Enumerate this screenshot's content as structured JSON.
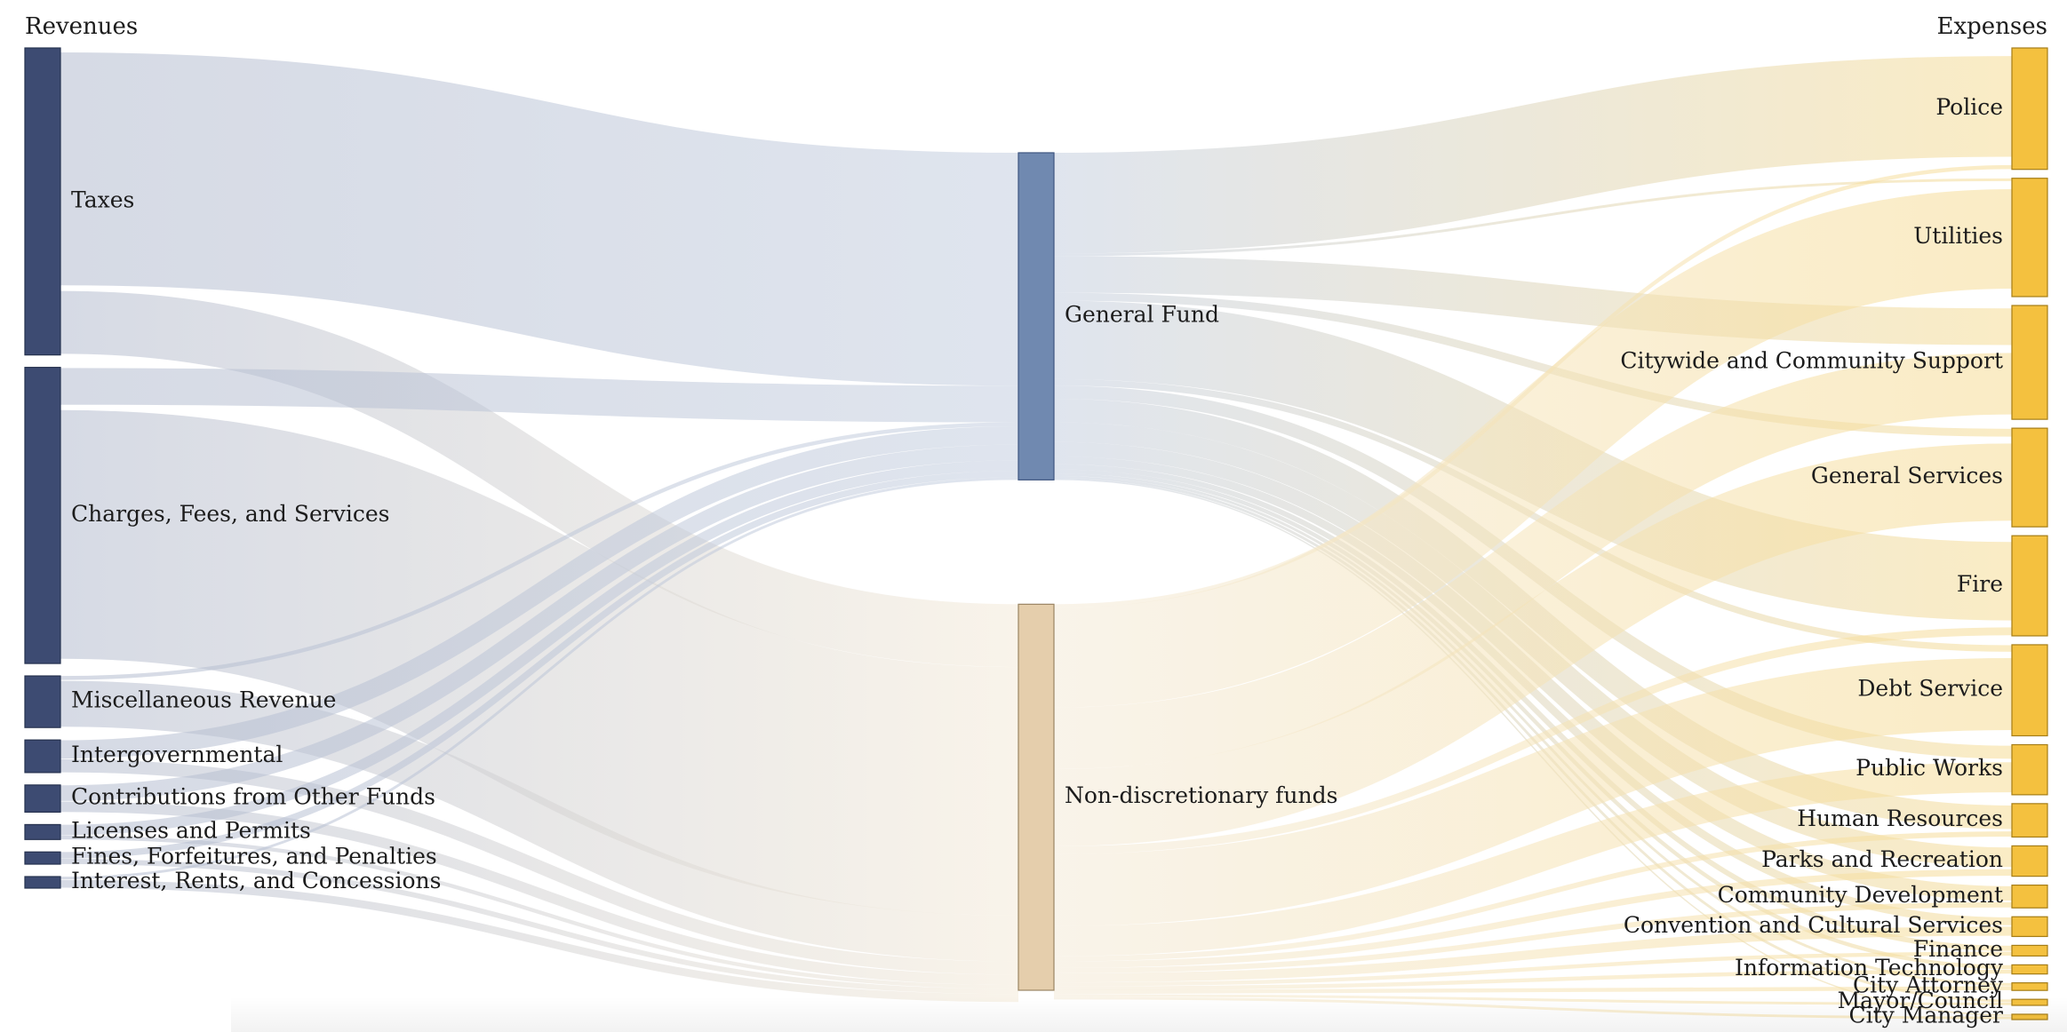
{
  "chart_data": {
    "type": "sankey",
    "column_titles": {
      "left": "Revenues",
      "right": "Expenses"
    },
    "colors": {
      "revenue_node": "#3d4b72",
      "general_fund_node": "#7089b0",
      "nondiscretionary_node": "#e5ceac",
      "expense_node": "#f4c13f",
      "revenue_link": "#b4bccf",
      "general_fund_link": "#c5cfe0",
      "nondiscretionary_link": "#f4ead8",
      "expense_link": "#f6dc95"
    },
    "nodes": [
      {
        "id": "taxes",
        "name": "Taxes",
        "column": 0,
        "value": 226
      },
      {
        "id": "charges",
        "name": "Charges, Fees, and Services",
        "column": 0,
        "value": 218
      },
      {
        "id": "misc",
        "name": "Miscellaneous Revenue",
        "column": 0,
        "value": 38
      },
      {
        "id": "intergov",
        "name": "Intergovernmental",
        "column": 0,
        "value": 24
      },
      {
        "id": "contrib",
        "name": "Contributions from Other Funds",
        "column": 0,
        "value": 20
      },
      {
        "id": "licenses",
        "name": "Licenses and Permits",
        "column": 0,
        "value": 11
      },
      {
        "id": "fines",
        "name": "Fines, Forfeitures, and Penalties",
        "column": 0,
        "value": 9
      },
      {
        "id": "interest",
        "name": "Interest, Rents, and Concessions",
        "column": 0,
        "value": 8
      },
      {
        "id": "general",
        "name": "General Fund",
        "column": 1,
        "value": 250
      },
      {
        "id": "nondisc",
        "name": "Non-discretionary funds",
        "column": 1,
        "value": 295
      },
      {
        "id": "police",
        "name": "Police",
        "column": 2,
        "value": 80
      },
      {
        "id": "utilities",
        "name": "Utilities",
        "column": 2,
        "value": 78
      },
      {
        "id": "citywide",
        "name": "Citywide and Community Support",
        "column": 2,
        "value": 75
      },
      {
        "id": "gensvc",
        "name": "General Services",
        "column": 2,
        "value": 65
      },
      {
        "id": "fire",
        "name": "Fire",
        "column": 2,
        "value": 66
      },
      {
        "id": "debt",
        "name": "Debt Service",
        "column": 2,
        "value": 60
      },
      {
        "id": "pubworks",
        "name": "Public Works",
        "column": 2,
        "value": 33
      },
      {
        "id": "hr",
        "name": "Human Resources",
        "column": 2,
        "value": 22
      },
      {
        "id": "parks",
        "name": "Parks and Recreation",
        "column": 2,
        "value": 20
      },
      {
        "id": "commdev",
        "name": "Community Development",
        "column": 2,
        "value": 15
      },
      {
        "id": "convention",
        "name": "Convention and Cultural Services",
        "column": 2,
        "value": 13
      },
      {
        "id": "finance",
        "name": "Finance",
        "column": 2,
        "value": 7
      },
      {
        "id": "infotech",
        "name": "Information Technology",
        "column": 2,
        "value": 6
      },
      {
        "id": "cityatty",
        "name": "City Attorney",
        "column": 2,
        "value": 5
      },
      {
        "id": "mayor",
        "name": "Mayor/Council",
        "column": 2,
        "value": 4
      },
      {
        "id": "citymgr",
        "name": "City Manager",
        "column": 2,
        "value": 3
      }
    ],
    "links": [
      {
        "source": "taxes",
        "target": "general",
        "value": 178
      },
      {
        "source": "taxes",
        "target": "nondisc",
        "value": 48
      },
      {
        "source": "charges",
        "target": "general",
        "value": 28
      },
      {
        "source": "charges",
        "target": "nondisc",
        "value": 190
      },
      {
        "source": "misc",
        "target": "general",
        "value": 3
      },
      {
        "source": "misc",
        "target": "nondisc",
        "value": 35
      },
      {
        "source": "intergov",
        "target": "general",
        "value": 14
      },
      {
        "source": "intergov",
        "target": "nondisc",
        "value": 10
      },
      {
        "source": "contrib",
        "target": "general",
        "value": 12
      },
      {
        "source": "contrib",
        "target": "nondisc",
        "value": 8
      },
      {
        "source": "licenses",
        "target": "general",
        "value": 8
      },
      {
        "source": "licenses",
        "target": "nondisc",
        "value": 3
      },
      {
        "source": "fines",
        "target": "general",
        "value": 5
      },
      {
        "source": "fines",
        "target": "nondisc",
        "value": 4
      },
      {
        "source": "interest",
        "target": "general",
        "value": 2
      },
      {
        "source": "interest",
        "target": "nondisc",
        "value": 6
      },
      {
        "source": "general",
        "target": "police",
        "value": 77
      },
      {
        "source": "general",
        "target": "utilities",
        "value": 2
      },
      {
        "source": "general",
        "target": "citywide",
        "value": 28
      },
      {
        "source": "general",
        "target": "gensvc",
        "value": 6
      },
      {
        "source": "general",
        "target": "fire",
        "value": 60
      },
      {
        "source": "general",
        "target": "debt",
        "value": 5
      },
      {
        "source": "general",
        "target": "pubworks",
        "value": 10
      },
      {
        "source": "general",
        "target": "hr",
        "value": 18
      },
      {
        "source": "general",
        "target": "parks",
        "value": 15
      },
      {
        "source": "general",
        "target": "commdev",
        "value": 11
      },
      {
        "source": "general",
        "target": "convention",
        "value": 6
      },
      {
        "source": "general",
        "target": "finance",
        "value": 4
      },
      {
        "source": "general",
        "target": "infotech",
        "value": 3
      },
      {
        "source": "general",
        "target": "cityatty",
        "value": 2
      },
      {
        "source": "general",
        "target": "mayor",
        "value": 2
      },
      {
        "source": "general",
        "target": "citymgr",
        "value": 1
      },
      {
        "source": "nondisc",
        "target": "police",
        "value": 3
      },
      {
        "source": "nondisc",
        "target": "utilities",
        "value": 76
      },
      {
        "source": "nondisc",
        "target": "citywide",
        "value": 47
      },
      {
        "source": "nondisc",
        "target": "gensvc",
        "value": 59
      },
      {
        "source": "nondisc",
        "target": "fire",
        "value": 6
      },
      {
        "source": "nondisc",
        "target": "debt",
        "value": 55
      },
      {
        "source": "nondisc",
        "target": "pubworks",
        "value": 23
      },
      {
        "source": "nondisc",
        "target": "hr",
        "value": 4
      },
      {
        "source": "nondisc",
        "target": "parks",
        "value": 5
      },
      {
        "source": "nondisc",
        "target": "commdev",
        "value": 4
      },
      {
        "source": "nondisc",
        "target": "convention",
        "value": 7
      },
      {
        "source": "nondisc",
        "target": "finance",
        "value": 3
      },
      {
        "source": "nondisc",
        "target": "infotech",
        "value": 3
      },
      {
        "source": "nondisc",
        "target": "cityatty",
        "value": 3
      },
      {
        "source": "nondisc",
        "target": "mayor",
        "value": 2
      },
      {
        "source": "nondisc",
        "target": "citymgr",
        "value": 2
      }
    ]
  }
}
